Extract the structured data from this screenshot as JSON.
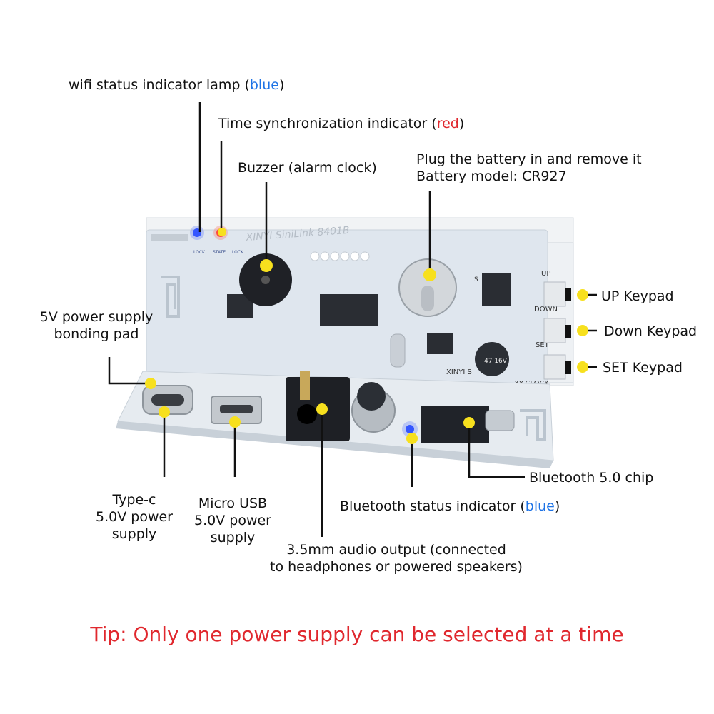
{
  "labels": {
    "wifi": {
      "text": "wifi status indicator lamp",
      "note": "blue"
    },
    "time_sync": {
      "text": "Time synchronization indicator",
      "note": "red"
    },
    "buzzer": "Buzzer (alarm clock)",
    "battery": {
      "line1": "Plug the battery in and remove it",
      "line2": "Battery model: CR927"
    },
    "pad5v": {
      "line1": "5V power supply",
      "line2": "bonding pad"
    },
    "up": "UP Keypad",
    "down": "Down Keypad",
    "set": "SET Keypad",
    "bt_chip": "Bluetooth 5.0 chip",
    "bt_status": {
      "text": "Bluetooth status indicator",
      "note": "blue"
    },
    "typec": {
      "line1": "Type-c",
      "line2": "5.0V power",
      "line3": "supply"
    },
    "microusb": {
      "line1": "Micro USB",
      "line2": "5.0V power",
      "line3": "supply"
    },
    "audio": {
      "line1": "3.5mm audio output (connected",
      "line2": "to headphones or powered speakers)"
    }
  },
  "board": {
    "silk_title": "XINYI SiniLink 8401B",
    "led_labels": [
      "LOCK",
      "STATE",
      "LOCK"
    ],
    "button_labels": [
      "UP",
      "DOWN",
      "SET"
    ],
    "brand": "XINYI S",
    "model": "XY-CLOCK",
    "capacitor": "47 16V",
    "part_s": "S"
  },
  "tip": "Tip: Only one power supply can be selected at a time",
  "colors": {
    "marker": "#f7e01e",
    "blue": "#1e73e6",
    "red": "#e0282e",
    "pcb": "#dfe6ee"
  }
}
